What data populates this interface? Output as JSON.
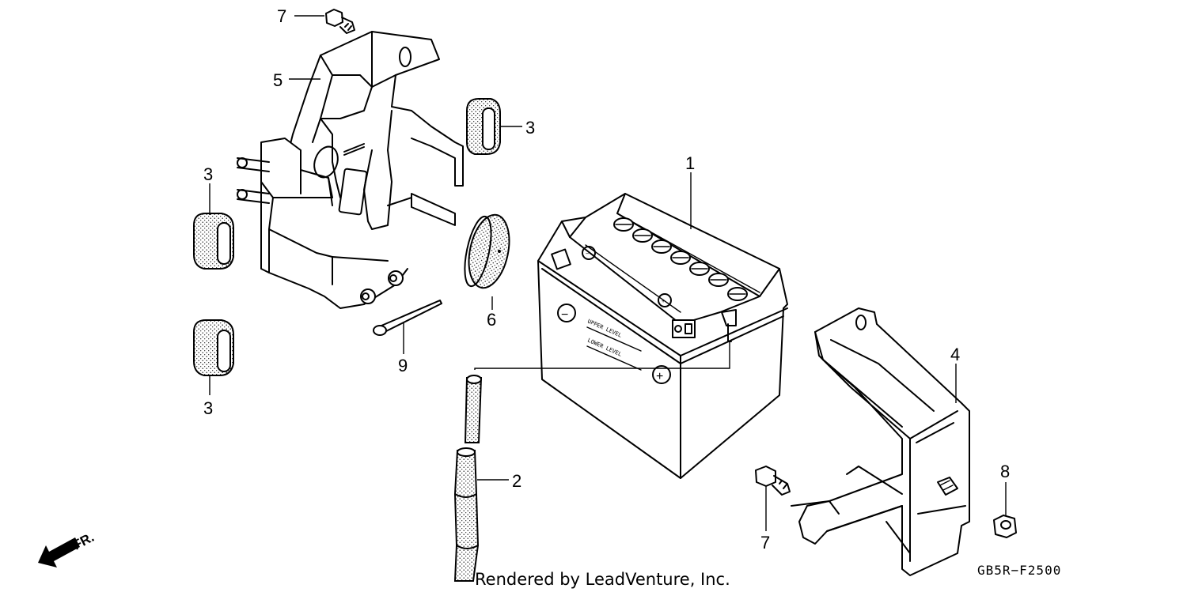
{
  "callouts": {
    "c1": "1",
    "c2": "2",
    "c3a": "3",
    "c3b": "3",
    "c3c": "3",
    "c4": "4",
    "c5": "5",
    "c6": "6",
    "c7a": "7",
    "c7b": "7",
    "c8": "8",
    "c9": "9"
  },
  "battery_text": {
    "minus": "−",
    "plus": "+",
    "upper": "UPPER LEVEL",
    "lower": "LOWER LEVEL"
  },
  "direction": "FR.",
  "footer": "Rendered by LeadVenture, Inc.",
  "code": "GB5R−F2500"
}
